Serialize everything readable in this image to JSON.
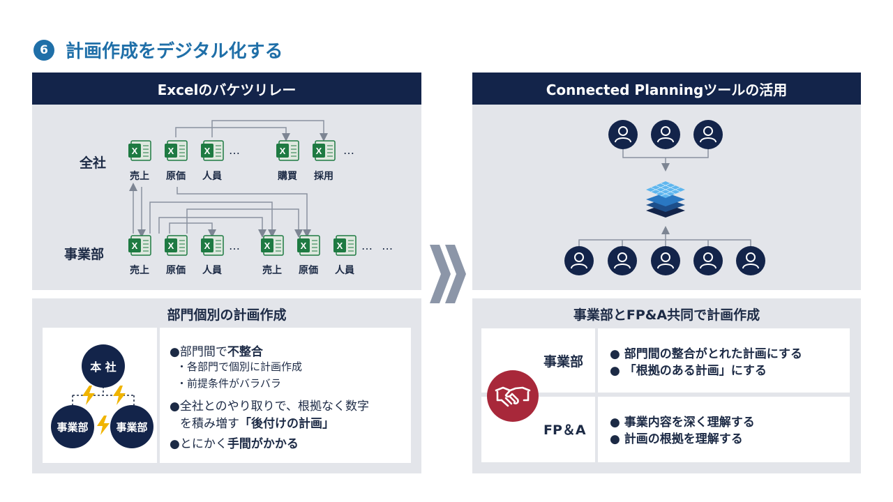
{
  "title": {
    "number": "6",
    "text": "計画作成をデジタル化する"
  },
  "left_panel": {
    "header": "Excelのバケツリレー",
    "row_labels": {
      "company": "全社",
      "division": "事業部"
    },
    "company_files": [
      "売上",
      "原価",
      "人員",
      "購買",
      "採用"
    ],
    "division_files_a": [
      "売上",
      "原価",
      "人員"
    ],
    "division_files_b": [
      "売上",
      "原価",
      "人員"
    ],
    "ellipsis": "…",
    "ellipsis_double": "…  …",
    "file_icon_letter": "X"
  },
  "left_bottom": {
    "header": "部門個別の計画作成",
    "hq_label": "本 社",
    "division_label_1": "事業部",
    "division_label_2": "事業部",
    "bullet1_pre": "部門間で",
    "bullet1_bold": "不整合",
    "sub1": "・各部門で個別に計画作成",
    "sub2": "・前提条件がバラバラ",
    "bullet2_line1": "全社とのやり取りで、根拠なく数字",
    "bullet2_line2_pre": "を積み増す",
    "bullet2_line2_bold": "「後付けの計画」",
    "bullet3_pre": "とにかく",
    "bullet3_bold": "手間がかかる"
  },
  "right_panel": {
    "header": "Connected Planningツールの活用"
  },
  "right_bottom": {
    "header": "事業部とFP&A共同で計画作成",
    "division_label": "事業部",
    "fpa_label": "FP＆A",
    "division_bullets": [
      "部門間の整合がとれた計画にする",
      "「根拠のある計画」にする"
    ],
    "fpa_bullets": [
      "事業内容を深く理解する",
      "計画の根拠を理解する"
    ]
  },
  "colors": {
    "navy": "#13244a",
    "title_blue": "#1f6fa8",
    "excel_green": "#1e7a42",
    "gray_panel": "#e3e5ea",
    "handshake_red": "#a8283a",
    "bolt_yellow": "#f0b400"
  }
}
